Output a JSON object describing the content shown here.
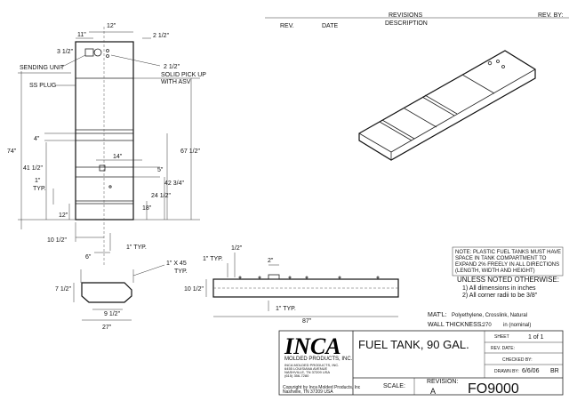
{
  "header": {
    "rev_label": "REV.",
    "date_label": "DATE",
    "revisions_label": "REVISIONS",
    "description_label": "DESCRIPTION",
    "rev_by_label": "REV. BY:"
  },
  "top_view": {
    "dim_12": "12\"",
    "dim_11": "11\"",
    "dim_3_5": "3 1/2\"",
    "dim_2_5_a": "2 1/2\"",
    "dim_2_5_b": "2 1/2\"",
    "sending_unit": "SENDING UNIT",
    "solid_pickup": "SOLID PICK UP",
    "with_asv": "WITH ASV",
    "ss_plug": "SS PLUG",
    "dim_74": "74\"",
    "dim_4": "4\"",
    "dim_41_5": "41 1/2\"",
    "dim_14": "14\"",
    "dim_67_5": "67 1/2\"",
    "dim_5": "5\"",
    "dim_42_75": "42 3/4\"",
    "dim_1": "1\"",
    "typ": "TYP.",
    "dim_24_5": "24 1/2\"",
    "dim_12b": "12\"",
    "dim_18": "18\"",
    "dim_10_5": "10 1/2\"",
    "dim_1_typ": "1\" TYP.",
    "dim_6": "6\""
  },
  "end_view": {
    "chamfer": "1\" X 45",
    "chamfer_typ": "TYP.",
    "dim_7_5": "7 1/2\"",
    "dim_9_5": "9 1/2\"",
    "dim_27": "27\""
  },
  "side_view": {
    "dim_half": "1/2\"",
    "dim_1_typ": "1\" TYP.",
    "dim_2": "2\"",
    "dim_10_5": "10 1/2\"",
    "dim_1_typ_b": "1\" TYP.",
    "dim_87": "87\""
  },
  "notes": {
    "plastic_note": [
      "NOTE: PLASTIC FUEL TANKS MUST HAVE",
      "SPACE IN TANK COMPARTMENT TO",
      "EXPAND 2% FREELY IN ALL DIRECTIONS",
      "(LENGTH, WIDTH AND HEIGHT)"
    ],
    "unless_noted": "UNLESS NOTED OTHERWISE:",
    "note_1": "1) All dimensions in inches",
    "note_2": "2) All corner radii to be 3/8\"",
    "material_label": "MAT'L:",
    "material_value": "Polyethylene, Crosslink, Natural",
    "wall_label": "WALL THICKNESS:",
    "wall_value": ".270",
    "wall_unit": "in (nominal)"
  },
  "title_block": {
    "logo": "INCA",
    "logo_sub": "MOLDED PRODUCTS, INC.",
    "addr_1": "INCA MOLDED PRODUCTS, INC.",
    "addr_2": "6455 LOUISIANA AVENUE",
    "addr_3": "NASHVILLE, TN 37209 USA",
    "addr_4": "(615) 356-7280",
    "title": "FUEL TANK, 90 GAL.",
    "sheet_label": "SHEET",
    "sheet_value": "1 of 1",
    "rev_date_label": "REV. DATE:",
    "checked_label": "CHECKED BY:",
    "drawn_label": "DRAWN BY:",
    "drawn_date": "6/6/06",
    "drawn_by": "BR",
    "copyright_1": "Copyright by Inca Molded Products, Inc",
    "copyright_2": "Nashville, TN 37209 USA",
    "scale_label": "SCALE:",
    "revision_label": "REVISION:",
    "revision_value": "A",
    "part_number": "FO9000"
  }
}
